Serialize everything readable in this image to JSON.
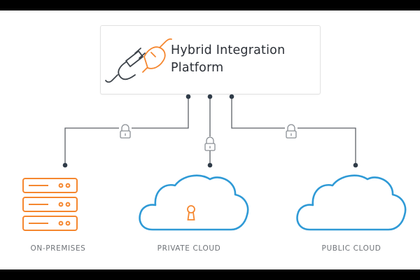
{
  "platform": {
    "title_line1": "Hybrid Integration",
    "title_line2": "Platform"
  },
  "nodes": {
    "on_premises": "ON-PREMISES",
    "private_cloud": "PRIVATE CLOUD",
    "public_cloud": "PUBLIC CLOUD"
  },
  "colors": {
    "accent_orange": "#f5872f",
    "cloud_blue": "#2f9ad6",
    "connector_gray": "#5d6268",
    "dot_dark": "#2f3b48",
    "text_dark": "#2b2f36",
    "label_gray": "#6f7378"
  },
  "icons": {
    "platform": "plug-connector-icon",
    "locks": "padlock-icon",
    "on_premises": "server-stack-icon",
    "private_cloud": "cloud-with-keyhole-icon",
    "public_cloud": "cloud-icon"
  }
}
